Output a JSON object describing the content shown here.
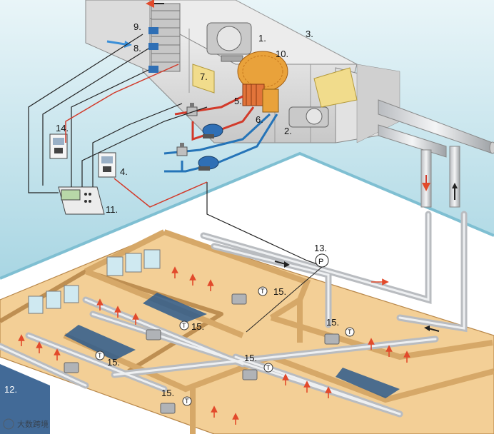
{
  "labels": {
    "n1": "1.",
    "n2": "2.",
    "n3": "3.",
    "n4": "4.",
    "n5": "5.",
    "n6": "6.",
    "n7": "7.",
    "n8": "8.",
    "n9": "9.",
    "n10": "10.",
    "n11": "11.",
    "n12": "12.",
    "n13": "13.",
    "n14": "14.",
    "n15": "15.",
    "pressure_symbol": "P",
    "temp_symbol": "T"
  },
  "watermark": "大数跨境",
  "colors": {
    "background": "#cfe9f1",
    "duct": "#e6e6e6",
    "floor": "#f3cf96",
    "water": "#2d5a8c",
    "pipe_red": "#d23a2a",
    "pipe_blue": "#2574b8",
    "arrow_red": "#e24a2b"
  }
}
